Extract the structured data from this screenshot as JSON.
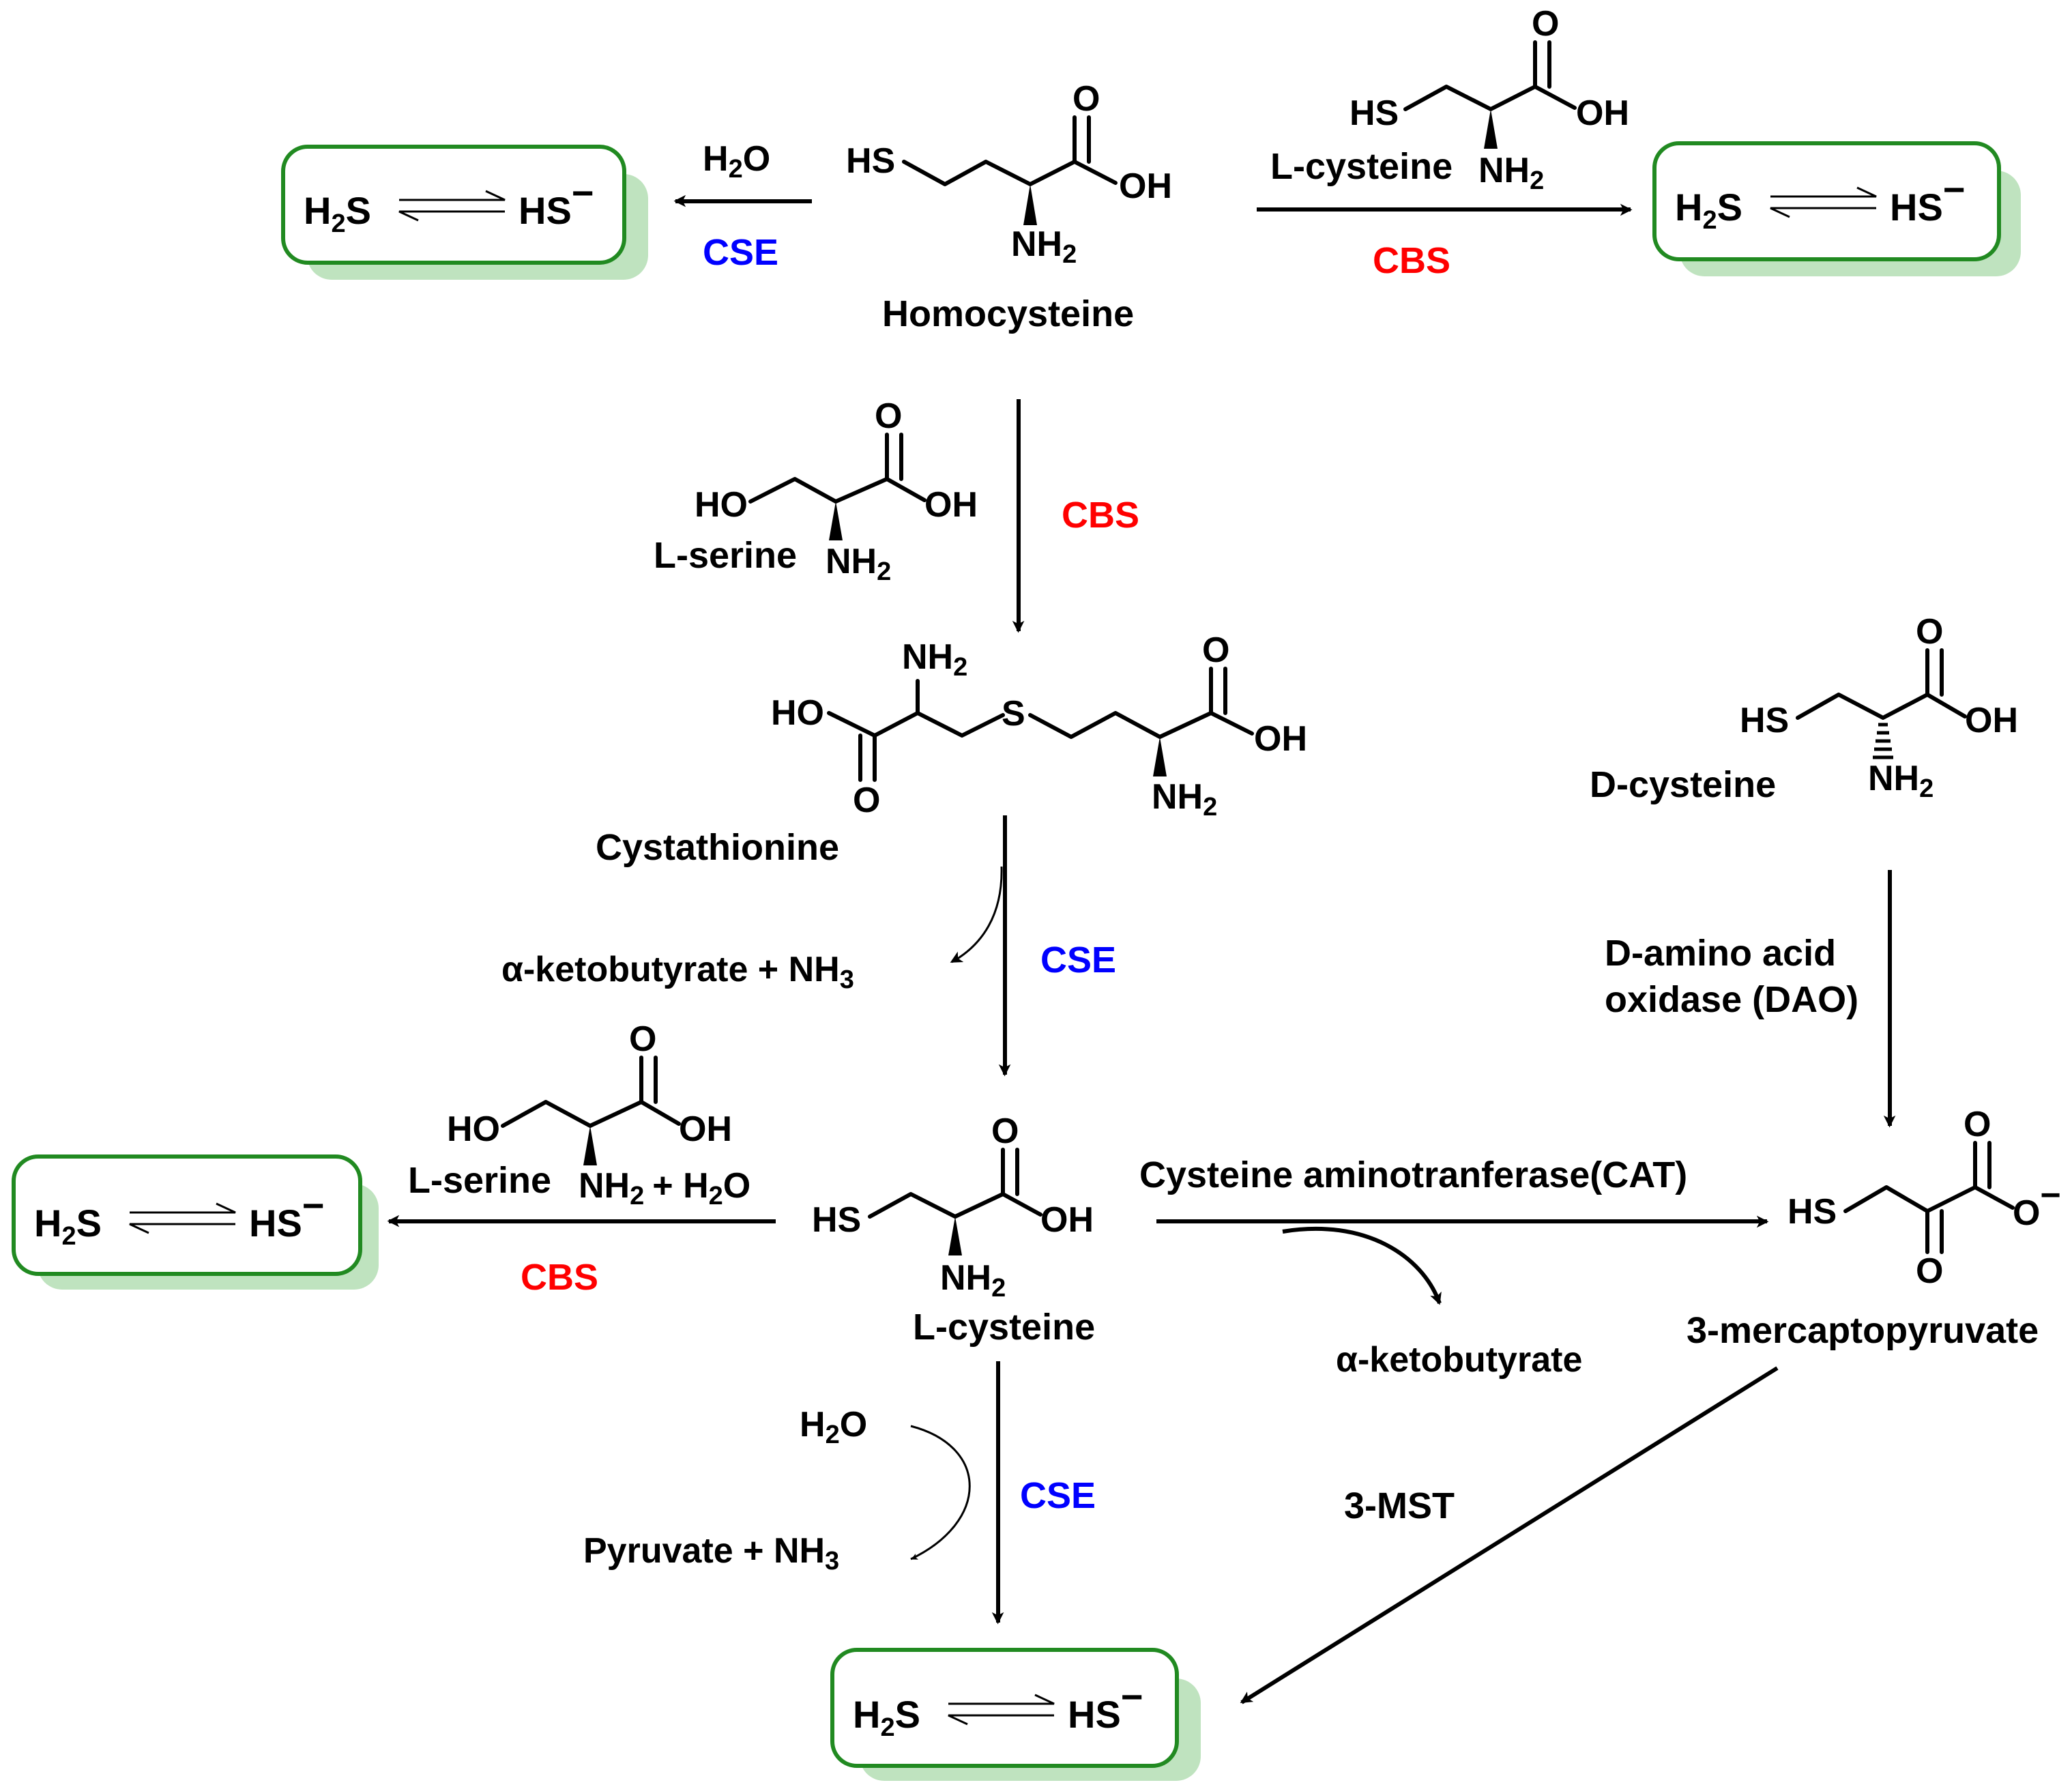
{
  "compounds": {
    "homocysteine": "Homocysteine",
    "cystathionine": "Cystathionine",
    "l_cysteine_center": "L-cysteine",
    "l_cysteine_reagent": "L-cysteine",
    "l_serine_top": "L-serine",
    "l_serine_left": "L-serine",
    "d_cysteine": "D-cysteine",
    "mercaptopyruvate": "3-mercaptopyruvate"
  },
  "atoms": {
    "HS": "HS",
    "HO": "HO",
    "OH": "OH",
    "O": "O",
    "S": "S",
    "NH": "NH",
    "sub2": "2",
    "sub3": "3",
    "minus": "−"
  },
  "enzymes": {
    "cse": "CSE",
    "cbs": "CBS",
    "dao_line1": "D-amino acid",
    "dao_line2": "oxidase (DAO)",
    "cat": "Cysteine aminotranferase(CAT)",
    "mst": "3-MST"
  },
  "byproducts": {
    "ketobutyrate_nh3": "α-ketobutyrate + NH",
    "ketobutyrate": "α-ketobutyrate",
    "pyruvate_nh3": "Pyruvate + NH",
    "plus_h2o": "+ H",
    "h2o_h": "H",
    "h2o_o": "O"
  },
  "product_box": {
    "h2s_h": "H",
    "h2s_s": "S",
    "hs": "HS"
  },
  "colors": {
    "cbs": "#ff0000",
    "cse": "#0000ff",
    "box_border": "#218a21",
    "box_shadow": "#bfe3bf"
  }
}
